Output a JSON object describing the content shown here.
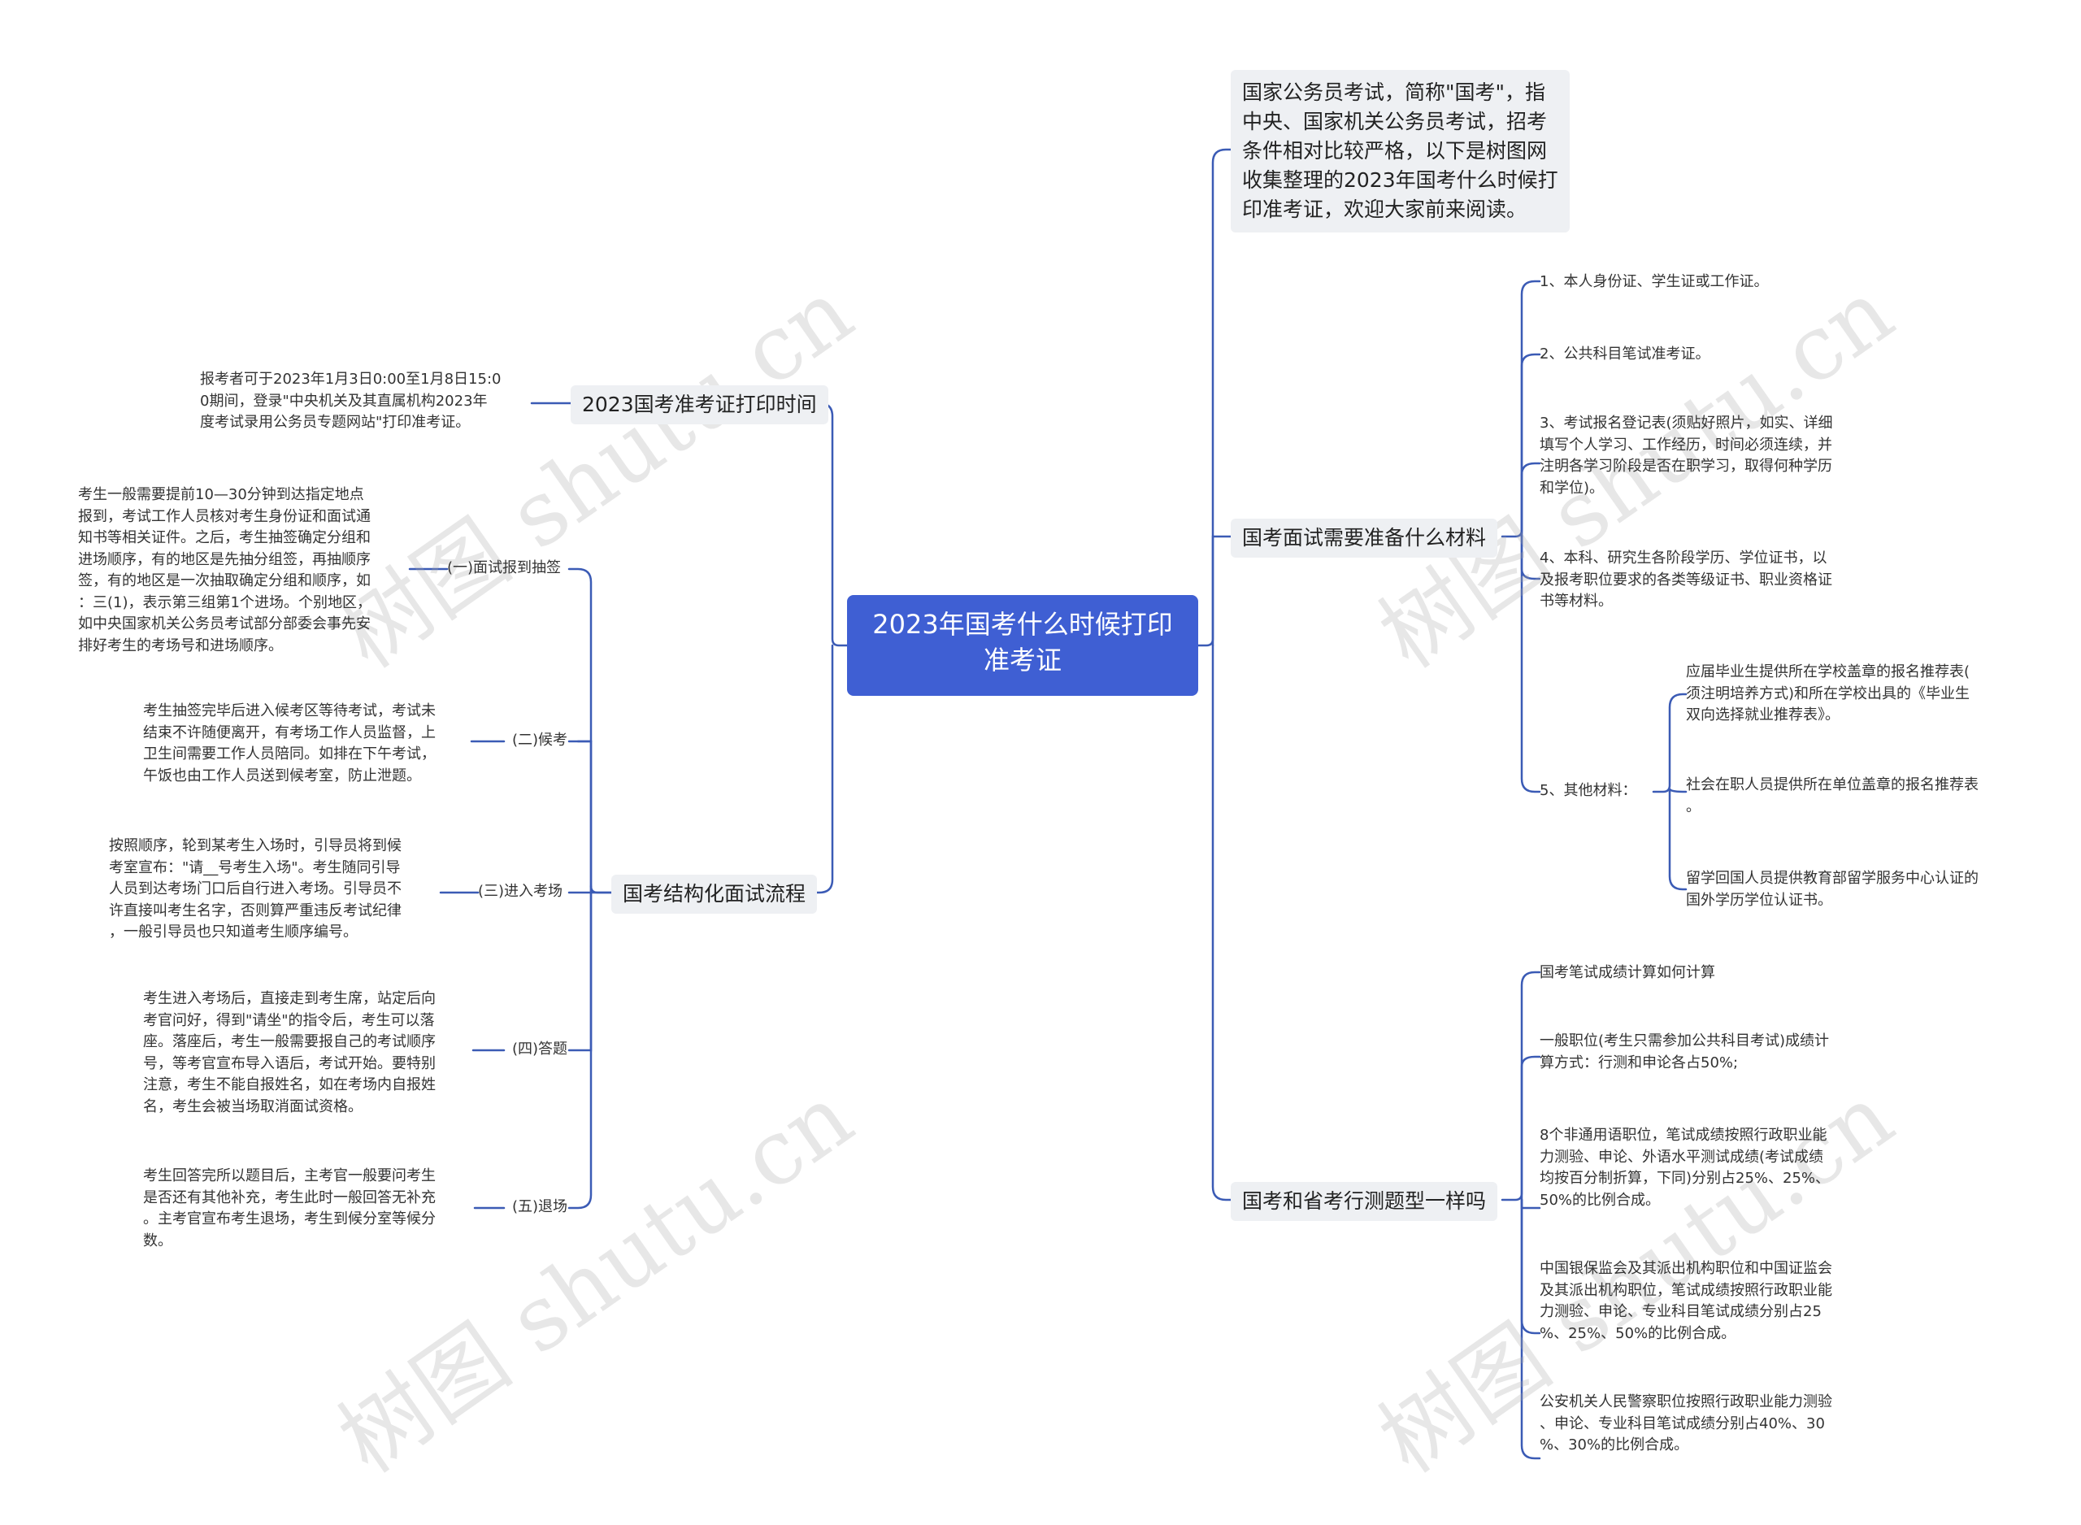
{
  "root": {
    "title_lines": [
      "2023年国考什么时候打印",
      "准考证"
    ]
  },
  "left": {
    "print_time": {
      "label": "2023国考准考证打印时间",
      "detail": [
        "报考者可于2023年1月3日0:00至1月8日15:0",
        "0期间，登录\"中央机关及其直属机构2023年",
        "度考试录用公务员专题网站\"打印准考证。"
      ]
    },
    "process": {
      "label": "国考结构化面试流程",
      "steps": [
        {
          "label": "(一)面试报到抽签",
          "detail": [
            "考生一般需要提前10—30分钟到达指定地点",
            "报到，考试工作人员核对考生身份证和面试通",
            "知书等相关证件。之后，考生抽签确定分组和",
            "进场顺序，有的地区是先抽分组签，再抽顺序",
            "签，有的地区是一次抽取确定分组和顺序，如",
            "：三(1)，表示第三组第1个进场。个别地区，",
            "如中央国家机关公务员考试部分部委会事先安",
            "排好考生的考场号和进场顺序。"
          ]
        },
        {
          "label": "(二)候考",
          "detail": [
            "考生抽签完毕后进入候考区等待考试，考试未",
            "结束不许随便离开，有考场工作人员监督，上",
            "卫生间需要工作人员陪同。如排在下午考试，",
            "午饭也由工作人员送到候考室，防止泄题。"
          ]
        },
        {
          "label": "(三)进入考场",
          "detail": [
            "按照顺序，轮到某考生入场时，引导员将到候",
            "考室宣布：\"请__号考生入场\"。考生随同引导",
            "人员到达考场门口后自行进入考场。引导员不",
            "许直接叫考生名字，否则算严重违反考试纪律",
            "，一般引导员也只知道考生顺序编号。"
          ]
        },
        {
          "label": "(四)答题",
          "detail": [
            "考生进入考场后，直接走到考生席，站定后向",
            "考官问好，得到\"请坐\"的指令后，考生可以落",
            "座。落座后，考生一般需要报自己的考试顺序",
            "号，等考官宣布导入语后，考试开始。要特别",
            "注意，考生不能自报姓名，如在考场内自报姓",
            "名，考生会被当场取消面试资格。"
          ]
        },
        {
          "label": "(五)退场",
          "detail": [
            "考生回答完所以题目后，主考官一般要问考生",
            "是否还有其他补充，考生此时一般回答无补充",
            "。主考官宣布考生退场，考生到候分室等候分",
            "数。"
          ]
        }
      ]
    }
  },
  "right": {
    "intro": [
      "国家公务员考试，简称\"国考\"，指",
      "中央、国家机关公务员考试，招考",
      "条件相对比较严格，以下是树图网",
      "收集整理的2023年国考什么时候打",
      "印准考证，欢迎大家前来阅读。"
    ],
    "materials": {
      "label": "国考面试需要准备什么材料",
      "items": [
        [
          "1、本人身份证、学生证或工作证。"
        ],
        [
          "2、公共科目笔试准考证。"
        ],
        [
          "3、考试报名登记表(须贴好照片，如实、详细",
          "填写个人学习、工作经历，时间必须连续，并",
          "注明各学习阶段是否在职学习，取得何种学历",
          "和学位)。"
        ],
        [
          "4、本科、研究生各阶段学历、学位证书，以",
          "及报考职位要求的各类等级证书、职业资格证",
          "书等材料。"
        ]
      ],
      "other": {
        "label": "5、其他材料：",
        "items": [
          [
            "应届毕业生提供所在学校盖章的报名推荐表(",
            "须注明培养方式)和所在学校出具的《毕业生",
            "双向选择就业推荐表》。"
          ],
          [
            "社会在职人员提供所在单位盖章的报名推荐表",
            "。"
          ],
          [
            "留学回国人员提供教育部留学服务中心认证的",
            "国外学历学位认证书。"
          ]
        ]
      }
    },
    "types": {
      "label": "国考和省考行测题型一样吗",
      "items": [
        [
          "国考笔试成绩计算如何计算"
        ],
        [
          "一般职位(考生只需参加公共科目考试)成绩计",
          "算方式：行测和申论各占50%;"
        ],
        [
          "8个非通用语职位，笔试成绩按照行政职业能",
          "力测验、申论、外语水平测试成绩(考试成绩",
          "均按百分制折算，下同)分别占25%、25%、",
          "50%的比例合成。"
        ],
        [
          "中国银保监会及其派出机构职位和中国证监会",
          "及其派出机构职位，笔试成绩按照行政职业能",
          "力测验、申论、专业科目笔试成绩分别占25",
          "%、25%、50%的比例合成。"
        ],
        [
          "公安机关人民警察职位按照行政职业能力测验",
          "、申论、专业科目笔试成绩分别占40%、30",
          "%、30%的比例合成。"
        ]
      ]
    }
  },
  "watermark": "树图 shutu.cn",
  "colors": {
    "root_bg": "#3f5fd3",
    "line": "#3b5bb5",
    "branch_bg": "#eef0f3"
  }
}
